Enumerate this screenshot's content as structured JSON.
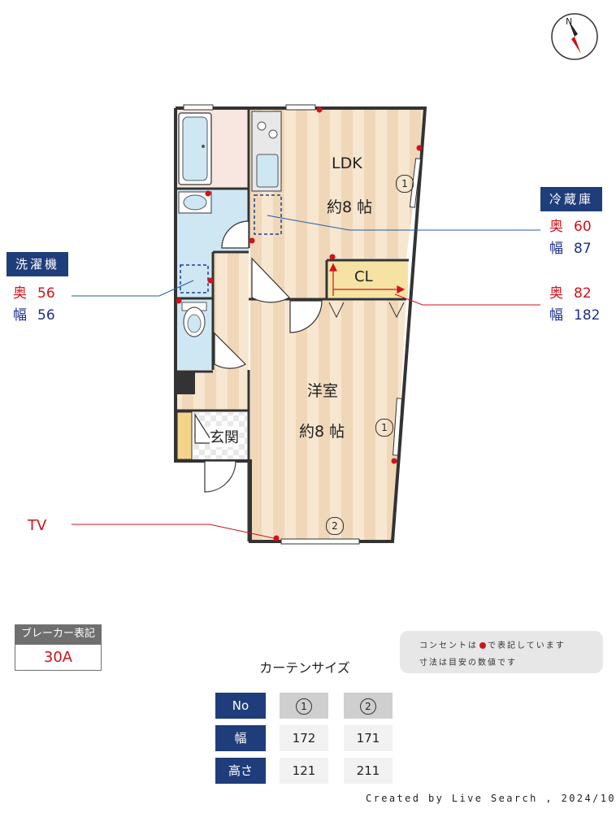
{
  "rooms": {
    "ldk_name": "LDK",
    "ldk_size": "約8 帖",
    "yoshitsu_name": "洋室",
    "yoshitsu_size": "約8 帖",
    "closet": "CL",
    "genkan": "玄関"
  },
  "window_markers": {
    "ldk_window": "1",
    "yoshitsu_side_window": "1",
    "yoshitsu_bottom_window": "2"
  },
  "fridge": {
    "label": "冷蔵庫",
    "depth_key": "奥",
    "depth_value": "60",
    "width_key": "幅",
    "width_value": "87"
  },
  "closet_dim": {
    "depth_key": "奥",
    "depth_value": "82",
    "width_key": "幅",
    "width_value": "182"
  },
  "washer": {
    "label": "洗濯機",
    "depth_key": "奥",
    "depth_value": "56",
    "width_key": "幅",
    "width_value": "56"
  },
  "tv_label": "TV",
  "breaker": {
    "label": "ブレーカー表記",
    "value": "30A"
  },
  "note": {
    "line1_before": "コンセントは",
    "line1_after": "で表記しています",
    "line2": "寸法は目安の数値です"
  },
  "curtain": {
    "title": "カーテンサイズ",
    "header_label": "No",
    "columns": [
      "1",
      "2"
    ],
    "rows": [
      {
        "label": "幅",
        "values": [
          "172",
          "171"
        ]
      },
      {
        "label": "高さ",
        "values": [
          "121",
          "211"
        ]
      }
    ]
  },
  "footer": "Created by Live Search , 2024/10",
  "colors": {
    "accent_navy": "#1f3d7a",
    "outlet_red": "#d0121b",
    "floor_wood": "#f3dfc2",
    "wet_area_blue": "#cfe7f3"
  }
}
